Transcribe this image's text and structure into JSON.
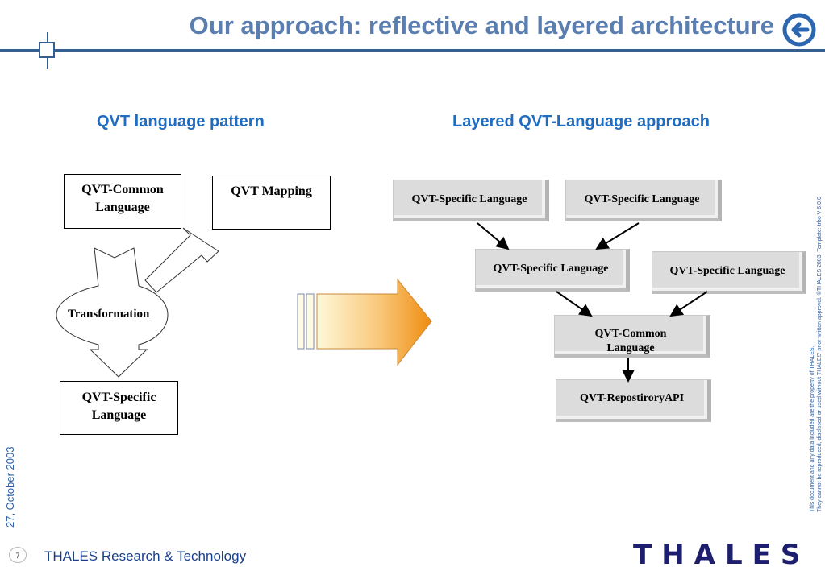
{
  "slide": {
    "title": "Our approach: reflective and layered architecture",
    "back_icon": "back-arrow-icon"
  },
  "left": {
    "heading": "QVT language pattern",
    "common_box": "QVT-Common Language",
    "mapping_box": "QVT Mapping",
    "transformation": "Transformation",
    "specific_box": "QVT-Specific Language"
  },
  "right": {
    "heading": "Layered QVT-Language approach",
    "top_left": "QVT-Specific Language",
    "top_right": "QVT-Specific Language",
    "middle_left": "QVT-Specific Language",
    "middle_right": "QVT-Specific Language",
    "common": "QVT-Common Language",
    "api": "QVT-RepostiroryAPI"
  },
  "side_note": {
    "line1": "This document and any data included are the property of THALES.",
    "line2": "They cannot be reproduced, disclosed or used without THALES' prior written approval. ©THALES 2003. Template: trbo V 6.0.0"
  },
  "footer": {
    "date": "27, October 2003",
    "page_number": "7",
    "company": "THALES Research & Technology",
    "logo": "THALES"
  },
  "colors": {
    "title": "#5a7eb0",
    "heading": "#1f6cc1",
    "rule": "#355f8e",
    "logo": "#1d1f6e",
    "arrow_orange": "#f39a1e"
  }
}
